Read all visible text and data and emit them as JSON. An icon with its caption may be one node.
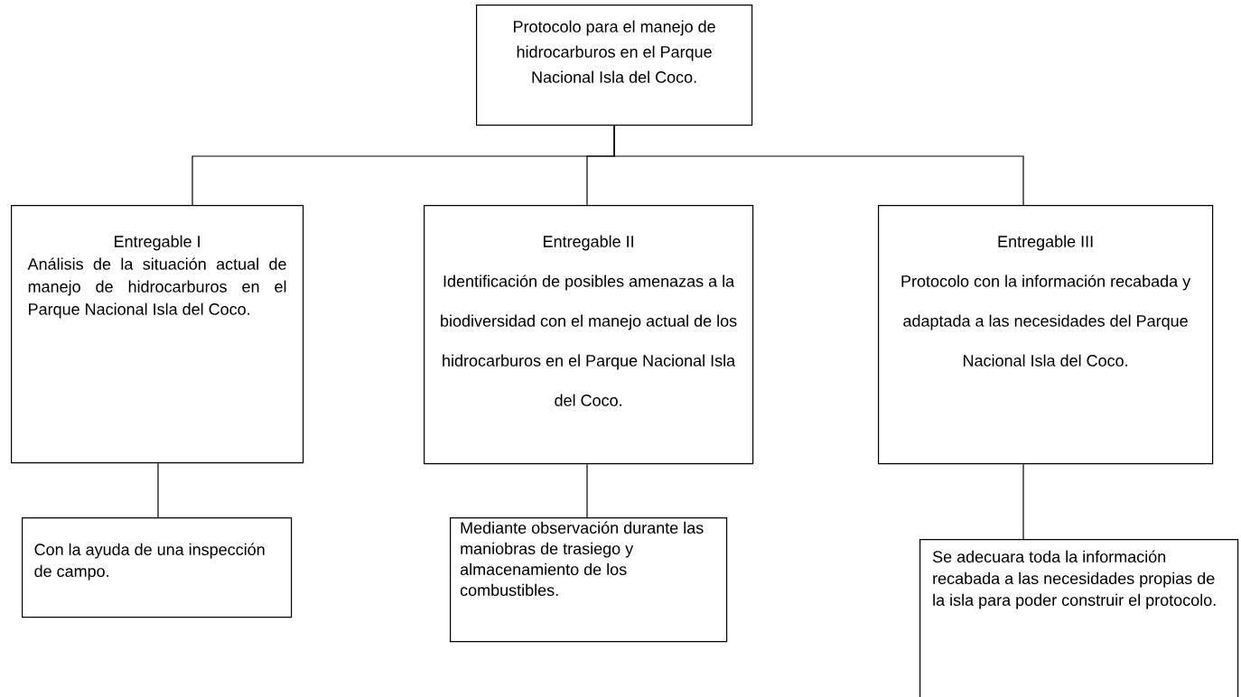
{
  "diagram": {
    "nodes": [
      {
        "text": [
          "Protocolo para el manejo de hidrocarburos en el Parque Nacional Isla del Coco."
        ]
      },
      {
        "text": [
          "Entregable I",
          "Análisis de la situación actual de manejo de hidrocarburos en el Parque Nacional Isla del Coco."
        ]
      },
      {
        "text": [
          "Entregable II",
          "Identificación de posibles amenazas a la biodiversidad con el manejo actual de los hidrocarburos en el Parque Nacional Isla del Coco."
        ]
      },
      {
        "text": [
          "Entregable III",
          "Protocolo con la información recabada y adaptada a las necesidades del Parque Nacional Isla del Coco."
        ]
      },
      {
        "text": [
          "Con la ayuda de una inspección de campo."
        ]
      },
      {
        "text": [
          "Mediante observación durante las maniobras de trasiego y almacenamiento de los combustibles."
        ]
      },
      {
        "text": [
          "Se adecuara toda la información recabada a las necesidades propias de la isla para poder construir el protocolo."
        ]
      }
    ],
    "edges": [
      {
        "from": 0,
        "to": 1,
        "arrow": "none"
      },
      {
        "from": 0,
        "to": 2,
        "arrow": "none"
      },
      {
        "from": 0,
        "to": 3,
        "arrow": "none"
      },
      {
        "from": 1,
        "to": 4,
        "arrow": "none"
      },
      {
        "from": 2,
        "to": 5,
        "arrow": "none"
      },
      {
        "from": 3,
        "to": 6,
        "arrow": "none"
      }
    ]
  }
}
